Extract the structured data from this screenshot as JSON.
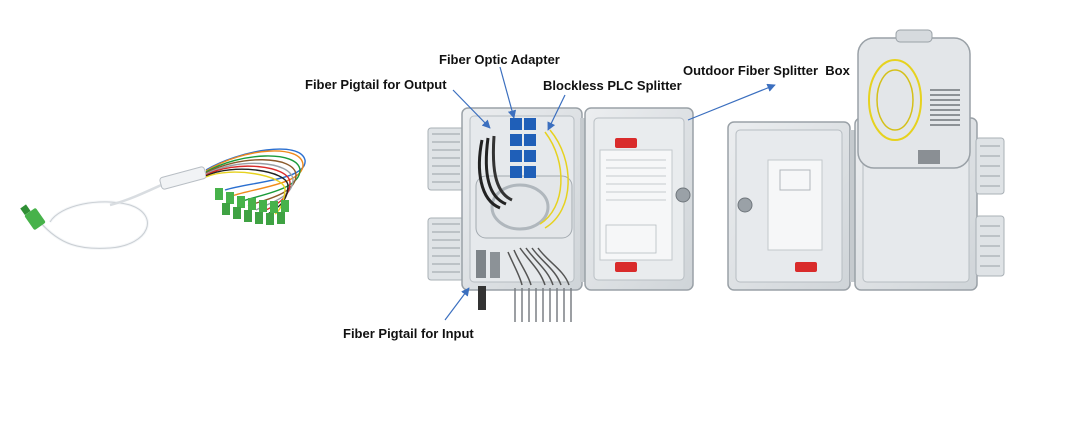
{
  "labels": {
    "adapter": "Fiber Optic Adapter",
    "pigtail_output": "Fiber Pigtail for Output",
    "plc_splitter": "Blockless PLC Splitter",
    "splitter_box": "Outdoor Fiber Splitter  Box",
    "pigtail_input": "Fiber Pigtail for Input"
  },
  "colors": {
    "arrow": "#3b6fbf",
    "connector_green": "#47b24a",
    "adapter_blue": "#1f5fb8",
    "box_grey": "#dde1e4",
    "fiber_colors": [
      "#2a6fd0",
      "#f08a1c",
      "#1a9b3a",
      "#8b5a2b",
      "#9aa0a6",
      "#ffffff",
      "#d92b2b",
      "#222222",
      "#e6d21f",
      "#8a3fb8",
      "#e98fb7",
      "#3fc7c7"
    ]
  },
  "icons": {
    "plc_splitter_product": "plc-splitter-illustration",
    "open_box": "open-splitter-box-illustration",
    "box_with_tray": "splitter-box-with-tray-illustration"
  }
}
